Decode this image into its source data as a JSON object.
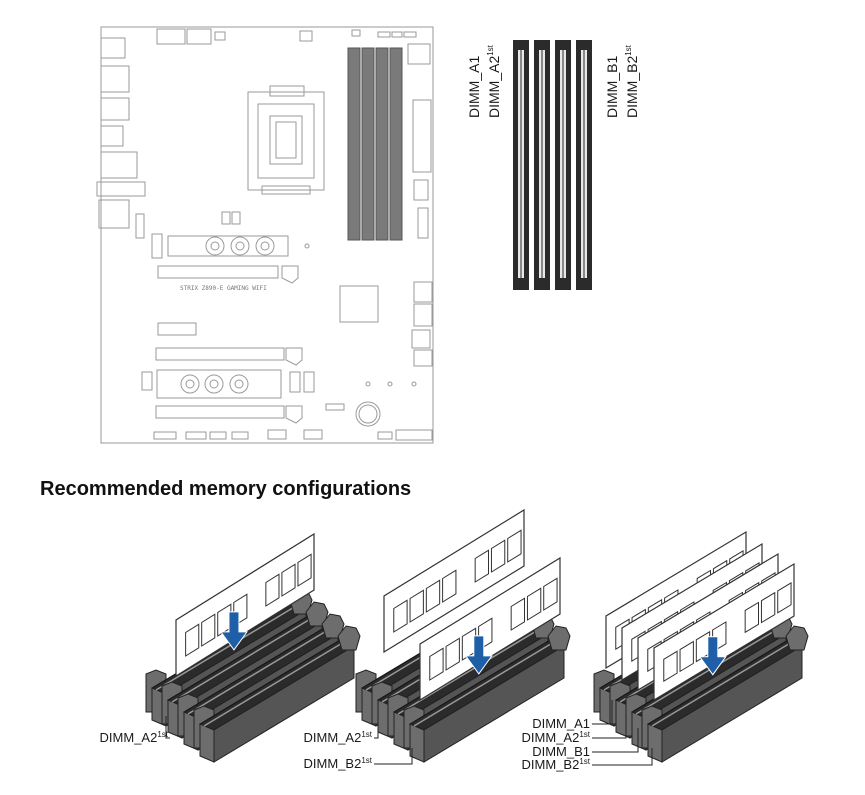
{
  "board": {
    "model_text": "STRIX Z890-E GAMING WIFI"
  },
  "slot_labels": {
    "a1": "DIMM_A1",
    "a2": "DIMM_A2",
    "a2_sup": "1st",
    "b1": "DIMM_B1",
    "b2": "DIMM_B2",
    "b2_sup": "1st"
  },
  "section_title": "Recommended memory configurations",
  "configs": [
    {
      "id": "one-module",
      "labels": [
        {
          "text": "DIMM_A2",
          "sup": "1st"
        }
      ]
    },
    {
      "id": "two-modules",
      "labels": [
        {
          "text": "DIMM_A2",
          "sup": "1st"
        },
        {
          "text": "DIMM_B2",
          "sup": "1st"
        }
      ]
    },
    {
      "id": "four-modules",
      "labels": [
        {
          "text": "DIMM_A1",
          "sup": ""
        },
        {
          "text": "DIMM_A2",
          "sup": "1st"
        },
        {
          "text": "DIMM_B1",
          "sup": ""
        },
        {
          "text": "DIMM_B2",
          "sup": "1st"
        }
      ]
    }
  ],
  "colors": {
    "slot_dark": "#2b2b2b",
    "slot_gray": "#6d6d6d",
    "board_line": "#9a9a9a",
    "arrow_blue": "#1f5fa8"
  }
}
